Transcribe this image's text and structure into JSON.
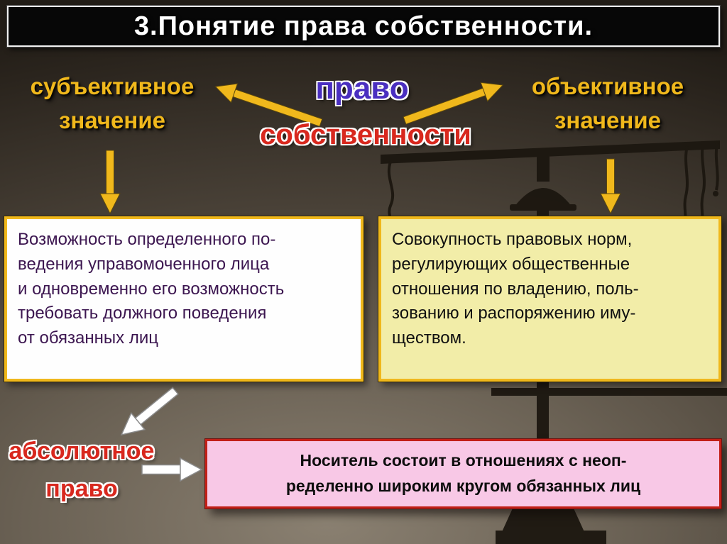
{
  "colors": {
    "accent_yellow": "#f0b81c",
    "title_bg": "#070707",
    "purple": "#4a2fc0",
    "red": "#d8281e",
    "pink_bg": "#f8c8e6",
    "pink_border": "#c22018",
    "left_box_text": "#3c1650",
    "right_box_bg": "#f2eda8"
  },
  "title": "3.Понятие права собственности.",
  "diagram": {
    "center_word_top": "право",
    "center_word_bottom": "собственности",
    "left_branch": "субъективное\nзначение",
    "right_branch": "объективное\nзначение",
    "left_box": "Возможность определенного по-\nведения управомоченного лица\nи одновременно его возможность\nтребовать должного поведения\nот обязанных лиц",
    "right_box": "Совокупность правовых норм,\nрегулирующих общественные\nотношения по владению, поль-\nзованию и распоряжению иму-\nществом.",
    "absolute_label": "абсолютное\nправо",
    "bottom_box": "Носитель состоит в отношениях с неоп-\nределенно широким кругом обязанных лиц"
  },
  "icons": {
    "background_art": "scales-of-justice-silhouette",
    "arrows": [
      "yellow-arrow-up-left",
      "yellow-arrow-up-right",
      "yellow-arrow-down-left-column",
      "yellow-arrow-down-right-column",
      "white-arrow-down-left",
      "white-arrow-right"
    ]
  }
}
